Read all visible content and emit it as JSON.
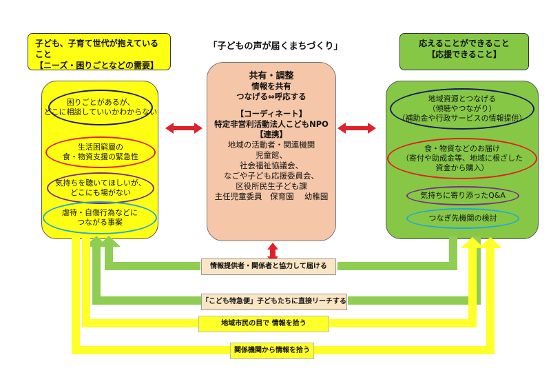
{
  "title": "「子どもの声が届くまちづくり」",
  "left_header": {
    "line1": "子ども、子育て世代が抱えていること",
    "line2": "【ニーズ・困りごとなどの需要】"
  },
  "right_header": {
    "line1": "応えることができること",
    "line2": "【応援できること】"
  },
  "left_items": [
    {
      "lines": [
        "困りごとがあるが、",
        "どこに相談していいかわからない"
      ],
      "color": "#1a1a60"
    },
    {
      "lines": [
        "生活困窮層の",
        "食・物資支援の緊急性"
      ],
      "color": "#e02020"
    },
    {
      "lines": [
        "気持ちを聴いてほしいが、",
        "どこにも場がない"
      ],
      "color": "#7a2a8a"
    },
    {
      "lines": [
        "虐待・自傷行為などに",
        "つながる事案"
      ],
      "color": "#22a8d8"
    }
  ],
  "right_items": [
    {
      "lines": [
        "地域資源とつなげる",
        "（傾聴やつながり）",
        "（補助金や行政サービスの情報提供）"
      ],
      "color": "#1a1a60"
    },
    {
      "lines": [
        "食・物資などのお届け",
        "（寄付や助成金等、地域に根ざした",
        "資金から購入）"
      ],
      "color": "#e02020"
    },
    {
      "lines": [
        "気持ちに寄り添ったQ&A"
      ],
      "color": "#7a2a8a"
    },
    {
      "lines": [
        "つなぎ先機関の検討"
      ],
      "color": "#22a8d8"
    }
  ],
  "center": {
    "heading": "共有・調整",
    "sub1": "情報を共有",
    "sub2": "つなげる⇔呼応する",
    "coord_label": "【コーディネート】",
    "npo": "特定非営利活動法人こどもNPO",
    "link_label": "【連携】",
    "partners": [
      "地域の活動者・関連機関",
      "児童館、",
      "社会福祉協議会、",
      "なごや子ども応援委員会、",
      "区役所民生子ども課",
      "主任児童委員　保育園　 幼稚園"
    ]
  },
  "flows": {
    "green1": "情報提供者・関係者と協力して届ける",
    "green2": "「こども特急便」子どもたちに直接リーチする",
    "yellow1": "地域市民の目で 情報を拾う",
    "yellow2": "関係機関から情報を拾う"
  },
  "colors": {
    "left_panel": "#ffff14",
    "right_panel": "#86c846",
    "header_yellow": "#ffff14",
    "header_green": "#86c846",
    "center_fill": "#f5c6a8",
    "arrow_red": "#e0202a",
    "arrow_green": "#8fce52",
    "arrow_yellow": "#ffff2a"
  }
}
